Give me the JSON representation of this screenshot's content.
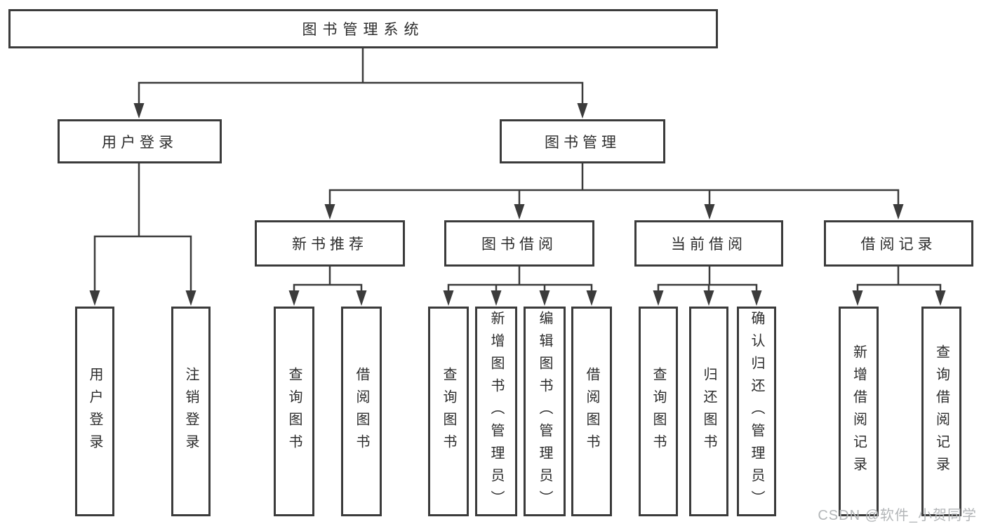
{
  "diagram": {
    "root": {
      "label": "图书管理系统"
    },
    "branches": [
      {
        "label": "用户登录",
        "children": [
          {
            "label": "用户登录"
          },
          {
            "label": "注销登录"
          }
        ]
      },
      {
        "label": "图书管理",
        "children": [
          {
            "label": "新书推荐",
            "children": [
              {
                "label": "查询图书"
              },
              {
                "label": "借阅图书"
              }
            ]
          },
          {
            "label": "图书借阅",
            "children": [
              {
                "label": "查询图书"
              },
              {
                "label": "新增图书（管理员）"
              },
              {
                "label": "编辑图书（管理员）"
              },
              {
                "label": "借阅图书"
              }
            ]
          },
          {
            "label": "当前借阅",
            "children": [
              {
                "label": "查询图书"
              },
              {
                "label": "归还图书"
              },
              {
                "label": "确认归还（管理员）"
              }
            ]
          },
          {
            "label": "借阅记录",
            "children": [
              {
                "label": "新增借阅记录"
              },
              {
                "label": "查询借阅记录"
              }
            ]
          }
        ]
      }
    ]
  },
  "watermark": {
    "text": "CSDN @软件_小贺同学"
  },
  "colors": {
    "line": "#3b3b3b",
    "box_border": "#3b3b3b",
    "text": "#2c2c2c",
    "watermark": "#b3b6b8",
    "background": "#ffffff"
  }
}
